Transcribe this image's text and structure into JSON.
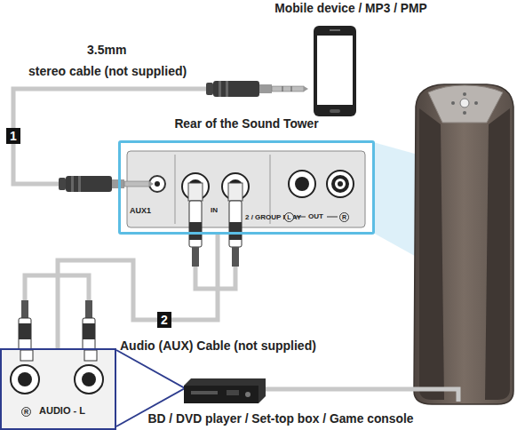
{
  "diagram": {
    "nodes": [
      {
        "text": [
          "Mobile device / MP3 / PMP"
        ]
      },
      {
        "text": [
          "Rear of the Sound Tower"
        ]
      },
      {
        "text": [
          "R",
          "AUDIO - L"
        ]
      },
      {
        "text": [
          "BD / DVD player / Set-top box / Game console"
        ]
      }
    ],
    "edges": [
      {
        "from": 0,
        "to": 1,
        "arrow": "none"
      },
      {
        "from": 1,
        "to": 2,
        "arrow": "none"
      }
    ],
    "labels": [
      "3.5mm",
      "stereo cable (not supplied)",
      "1",
      "AUX1",
      "IN",
      "2 / GROUP PLAY",
      "L",
      "OUT",
      "R",
      "2",
      "Audio (AUX) Cable (not supplied)"
    ]
  }
}
